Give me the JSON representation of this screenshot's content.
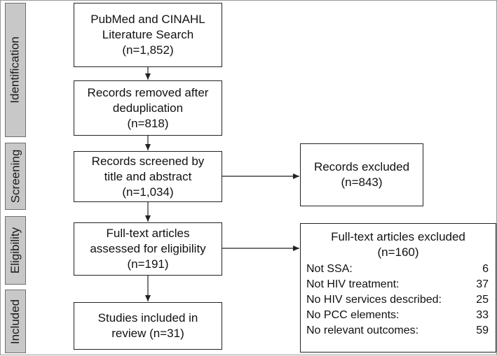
{
  "phases": {
    "identification": "Identification",
    "screening": "Screening",
    "eligibility": "Eligibility",
    "included": "Included"
  },
  "boxes": {
    "search": {
      "line1": "PubMed and CINAHL",
      "line2": "Literature Search",
      "count": "(n=1,852)"
    },
    "dedup": {
      "line1": "Records removed after",
      "line2": "deduplication",
      "count": "(n=818)"
    },
    "screened": {
      "line1": "Records screened by",
      "line2": "title and abstract",
      "count": "(n=1,034)"
    },
    "records_excluded": {
      "line1": "Records excluded",
      "count": "(n=843)"
    },
    "fulltext": {
      "line1": "Full-text articles",
      "line2": "assessed for eligibility",
      "count": "(n=191)"
    },
    "included": {
      "line1": "Studies included in",
      "line2": "review (n=31)"
    },
    "fulltext_excluded": {
      "title": "Full-text articles excluded",
      "count": "(n=160)",
      "reasons": [
        {
          "label": "Not SSA:",
          "value": "6"
        },
        {
          "label": "Not HIV treatment:",
          "value": "37"
        },
        {
          "label": "No HIV services described:",
          "value": "25"
        },
        {
          "label": "No PCC elements:",
          "value": "33"
        },
        {
          "label": "No relevant outcomes:",
          "value": "59"
        }
      ]
    }
  }
}
